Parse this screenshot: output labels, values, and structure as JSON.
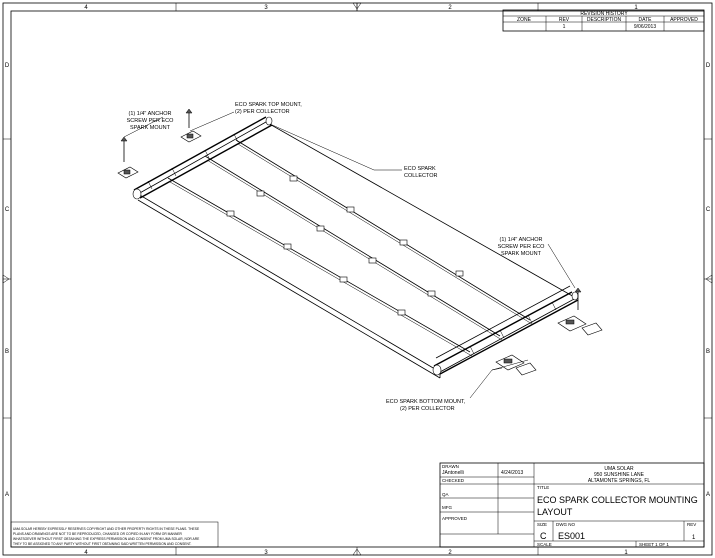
{
  "border": {
    "top_zones": [
      "4",
      "3",
      "2",
      "1"
    ],
    "bottom_zones": [
      "4",
      "3",
      "2",
      "1"
    ],
    "left_rows": [
      "D",
      "C",
      "B",
      "A"
    ],
    "right_rows": [
      "D",
      "C",
      "B",
      "A"
    ]
  },
  "revision_history": {
    "title": "REVISION HISTORY",
    "headers": [
      "ZONE",
      "REV",
      "DESCRIPTION",
      "DATE",
      "APPROVED"
    ],
    "rows": [
      [
        "",
        "1",
        "",
        "9/06/2013",
        ""
      ]
    ]
  },
  "callouts": {
    "anchor_left": [
      "(1) 1/4\" ANCHOR",
      "SCREW PER ECO",
      "SPARK MOUNT"
    ],
    "top_mount": [
      "ECO SPARK TOP MOUNT,",
      "(2) PER COLLECTOR"
    ],
    "collector": [
      "ECO SPARK",
      "COLLECTOR"
    ],
    "anchor_right": [
      "(1)  1/4\" ANCHOR",
      "SCREW PER ECO",
      "SPARK MOUNT"
    ],
    "bottom_mount": [
      "ECO SPARK BOTTOM MOUNT,",
      "(2) PER COLLECTOR"
    ]
  },
  "title_block": {
    "drawn_label": "DRAWN",
    "drawn_by": "JAntonelli",
    "drawn_date": "4/24/2013",
    "checked_label": "CHECKED",
    "qa_label": "QA",
    "mfg_label": "MFG",
    "approved_label": "APPROVED",
    "company": "UMA SOLAR",
    "address1": "950 SUNSHINE LANE",
    "address2": "ALTAMONTE SPRINGS, FL",
    "title_label": "TITLE",
    "title_line1": "ECO SPARK COLLECTOR MOUNTING",
    "title_line2": "LAYOUT",
    "size_label": "SIZE",
    "size": "C",
    "dwg_label": "DWG NO",
    "dwg_no": "ES001",
    "rev_label": "REV",
    "rev": "1",
    "scale_label": "SCALE",
    "sheet": "SHEET 1  OF 1"
  },
  "notice": [
    "UMA SOLAR HEREBY EXPRESSLY RESERVES COPYRIGHT AND OTHER PROPERTY RIGHTS IN THESE PLANS. THESE",
    "PLANS AND DRAWINGS ARE NOT TO BE REPRODUCED, CHANGED OR COPIED IN ANY FORM OR MANNER",
    "WHATSOEVER WITHOUT FIRST OBTAINING THE EXPRESS PERMISSION AND CONSENT FROM UMA SOLAR, NOR ARE",
    "THEY TO BE ASSIGNED TO ANY PARTY WITHOUT FIRST OBTAINING SAID WRITTEN PERMISSION AND CONSENT."
  ]
}
